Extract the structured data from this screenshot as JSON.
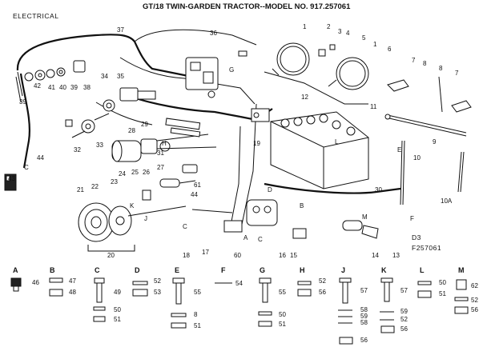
{
  "header": {
    "title": "GT/18 TWIN-GARDEN TRACTOR--MODEL NO. 917.257061",
    "section": "ELECTRICAL"
  },
  "diagram_ref": {
    "code": "D3",
    "number": "F257061"
  },
  "callouts": [
    {
      "id": "c1",
      "text": "1"
    },
    {
      "id": "c2",
      "text": "2"
    },
    {
      "id": "c3",
      "text": "3"
    },
    {
      "id": "c4",
      "text": "4"
    },
    {
      "id": "c5",
      "text": "5"
    },
    {
      "id": "c1b",
      "text": "1"
    },
    {
      "id": "c6",
      "text": "6"
    },
    {
      "id": "c7",
      "text": "7"
    },
    {
      "id": "c8",
      "text": "8"
    },
    {
      "id": "c8b",
      "text": "8"
    },
    {
      "id": "c7b",
      "text": "7"
    },
    {
      "id": "c9",
      "text": "9"
    },
    {
      "id": "c10",
      "text": "10"
    },
    {
      "id": "c10a",
      "text": "10A"
    },
    {
      "id": "c11",
      "text": "11"
    },
    {
      "id": "c12",
      "text": "12"
    },
    {
      "id": "c13",
      "text": "13"
    },
    {
      "id": "c14",
      "text": "14"
    },
    {
      "id": "c15",
      "text": "15"
    },
    {
      "id": "c16",
      "text": "16"
    },
    {
      "id": "c17",
      "text": "17"
    },
    {
      "id": "c18",
      "text": "18"
    },
    {
      "id": "c19",
      "text": "19"
    },
    {
      "id": "c20",
      "text": "20"
    },
    {
      "id": "c21",
      "text": "21"
    },
    {
      "id": "c22",
      "text": "22"
    },
    {
      "id": "c23",
      "text": "23"
    },
    {
      "id": "c24",
      "text": "24"
    },
    {
      "id": "c25",
      "text": "25"
    },
    {
      "id": "c26",
      "text": "26"
    },
    {
      "id": "c27",
      "text": "27"
    },
    {
      "id": "c28",
      "text": "28"
    },
    {
      "id": "c29",
      "text": "29"
    },
    {
      "id": "c30",
      "text": "30"
    },
    {
      "id": "c31",
      "text": "31"
    },
    {
      "id": "c32",
      "text": "32"
    },
    {
      "id": "c33",
      "text": "33"
    },
    {
      "id": "c34",
      "text": "34"
    },
    {
      "id": "c35",
      "text": "35"
    },
    {
      "id": "c36",
      "text": "36"
    },
    {
      "id": "c37",
      "text": "37"
    },
    {
      "id": "c38",
      "text": "38"
    },
    {
      "id": "c39",
      "text": "39"
    },
    {
      "id": "c40",
      "text": "40"
    },
    {
      "id": "c41",
      "text": "41"
    },
    {
      "id": "c42",
      "text": "42"
    },
    {
      "id": "c39b",
      "text": "39"
    },
    {
      "id": "c43",
      "text": "43"
    },
    {
      "id": "c44",
      "text": "44"
    },
    {
      "id": "c44b",
      "text": "44"
    },
    {
      "id": "c60",
      "text": "60"
    },
    {
      "id": "c61",
      "text": "61"
    },
    {
      "id": "cC1",
      "text": "C"
    },
    {
      "id": "cC2",
      "text": "C"
    },
    {
      "id": "cC3",
      "text": "C"
    },
    {
      "id": "cD",
      "text": "D"
    },
    {
      "id": "cE",
      "text": "E"
    },
    {
      "id": "cF",
      "text": "F"
    },
    {
      "id": "cG",
      "text": "G"
    },
    {
      "id": "cH",
      "text": "H"
    },
    {
      "id": "cJ",
      "text": "J"
    },
    {
      "id": "cK",
      "text": "K"
    },
    {
      "id": "cL",
      "text": "L"
    },
    {
      "id": "cM",
      "text": "M"
    },
    {
      "id": "cB",
      "text": "B"
    },
    {
      "id": "cA",
      "text": "A"
    }
  ],
  "hardware_groups": [
    {
      "letter": "A",
      "parts": [
        "46"
      ]
    },
    {
      "letter": "B",
      "parts": [
        "47",
        "48"
      ]
    },
    {
      "letter": "C",
      "parts": [
        "49",
        "50",
        "51"
      ]
    },
    {
      "letter": "D",
      "parts": [
        "52",
        "53"
      ]
    },
    {
      "letter": "E",
      "parts": [
        "55",
        "8",
        "51"
      ]
    },
    {
      "letter": "F",
      "parts": [
        "54"
      ]
    },
    {
      "letter": "G",
      "parts": [
        "55",
        "50",
        "51"
      ]
    },
    {
      "letter": "H",
      "parts": [
        "52",
        "56"
      ]
    },
    {
      "letter": "J",
      "parts": [
        "57",
        "58",
        "59",
        "58",
        "56"
      ]
    },
    {
      "letter": "K",
      "parts": [
        "57",
        "59",
        "52",
        "56"
      ]
    },
    {
      "letter": "L",
      "parts": [
        "50",
        "51"
      ]
    },
    {
      "letter": "M",
      "parts": [
        "62",
        "52",
        "56"
      ]
    }
  ]
}
